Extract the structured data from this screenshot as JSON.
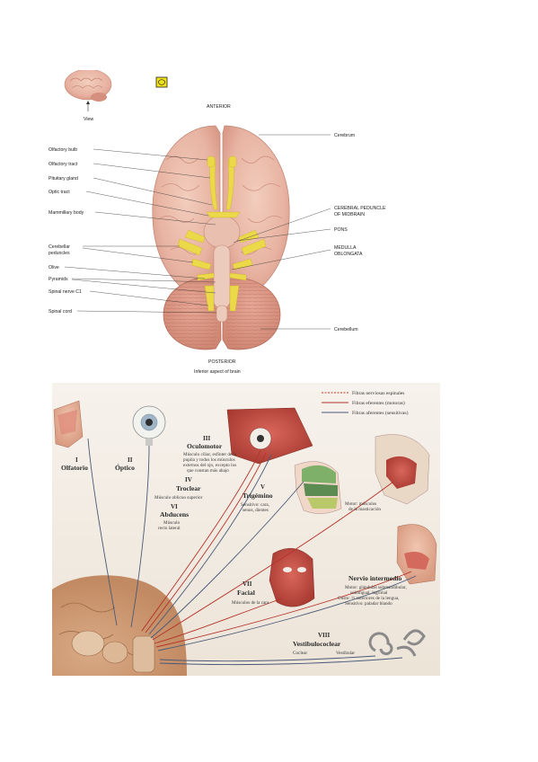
{
  "figure1": {
    "orientation_top": "ANTERIOR",
    "orientation_bottom": "POSTERIOR",
    "caption": "Inferior aspect of brain",
    "view_label": "View",
    "left_labels": [
      "Olfactory bulb",
      "Olfactory tract",
      "Pituitary gland",
      "Optic tract",
      "Mammillary body",
      "Cerebellar",
      "peduncles",
      "Olive",
      "Pyramids",
      "Spinal nerve C1",
      "Spinal cord"
    ],
    "right_labels": [
      "Cerebrum",
      "CEREBRAL PEDUNCLE",
      "OF MIDBRAIN",
      "PONS",
      "MEDULLA",
      "OBLONGATA",
      "Cerebellum"
    ]
  },
  "figure2": {
    "legend": [
      "Fibras nerviosas espinales",
      "Fibras eferentes (motoras)",
      "Fibras aferentes (sensitivas)"
    ],
    "legend_colors": [
      "#c0392b",
      "#b5322a",
      "#4a5a78"
    ],
    "nerves": {
      "olfatorio": {
        "num": "I",
        "name": "Olfatorio"
      },
      "optico": {
        "num": "II",
        "name": "Óptico"
      },
      "oculomotor": {
        "num": "III",
        "name": "Oculomotor",
        "desc": [
          "Músculo ciliar, esfínter de la",
          "pupila y todos los músculos",
          "externos del ojo, excepto los",
          "que constan más abajo"
        ]
      },
      "troclear": {
        "num": "IV",
        "name": "Troclear",
        "desc": [
          "Músculo oblicuo superior"
        ]
      },
      "abducens": {
        "num": "VI",
        "name": "Abducens",
        "desc": [
          "Músculo",
          "recto lateral"
        ]
      },
      "trigemino": {
        "num": "V",
        "name": "Trigémino",
        "desc": [
          "Sensitivo: cara,",
          "senos, dientes"
        ],
        "motor": [
          "Motor: músculos",
          "de la masticación"
        ]
      },
      "facial": {
        "num": "VII",
        "name": "Facial",
        "desc": [
          "Músculos de la cara"
        ]
      },
      "intermedio": {
        "name": "Nervio intermedio",
        "desc": [
          "Motor: glándulas submandibular,",
          "sublingual, lagrimal",
          "Gusto: ⅔ anteriores de la lengua,",
          "Sensitivo: paladar blando"
        ]
      },
      "vestibulococlear": {
        "num": "VIII",
        "name": "Vestibulococlear",
        "branches": [
          "Coclear",
          "Vestibular"
        ]
      }
    }
  }
}
